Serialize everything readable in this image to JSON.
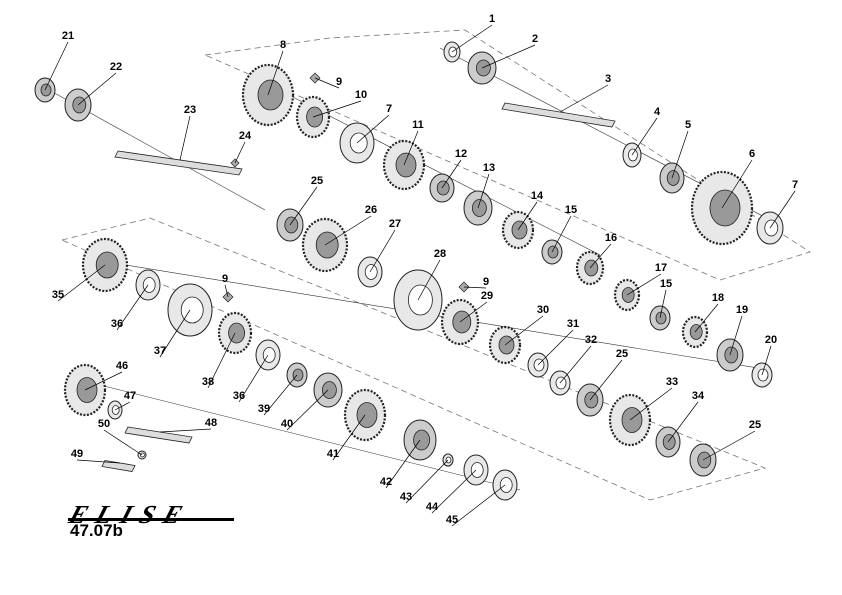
{
  "brand": {
    "logo_text": "ELISE"
  },
  "diagram_code": "47.07b",
  "parts": [
    "1",
    "2",
    "3",
    "4",
    "5",
    "6",
    "7",
    "7",
    "8",
    "9",
    "9",
    "9",
    "10",
    "11",
    "12",
    "13",
    "14",
    "15",
    "15",
    "16",
    "17",
    "18",
    "19",
    "20",
    "21",
    "22",
    "23",
    "24",
    "25",
    "25",
    "25",
    "26",
    "27",
    "28",
    "29",
    "30",
    "31",
    "32",
    "33",
    "34",
    "35",
    "36",
    "36",
    "37",
    "38",
    "39",
    "40",
    "41",
    "42",
    "43",
    "44",
    "45",
    "46",
    "47",
    "48",
    "49",
    "50"
  ]
}
